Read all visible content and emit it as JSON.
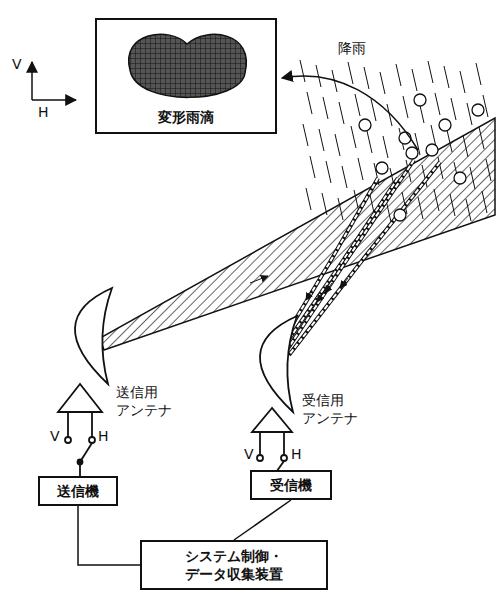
{
  "diagram": {
    "nodes": [
      {
        "text": [
          "変形雨滴"
        ]
      },
      {
        "text": [
          "送信機"
        ]
      },
      {
        "text": [
          "受信機"
        ]
      },
      {
        "text": [
          "システム制御・ データ収集装置"
        ]
      }
    ],
    "edges": [
      {
        "from": 3,
        "to": 1,
        "arrow": "none"
      },
      {
        "from": 3,
        "to": 2,
        "arrow": "none"
      }
    ],
    "labels": [
      "V",
      "H",
      "降雨",
      "送信用 アンテナ",
      "V",
      "H",
      "受信用 アンテナ",
      "V",
      "H"
    ]
  }
}
